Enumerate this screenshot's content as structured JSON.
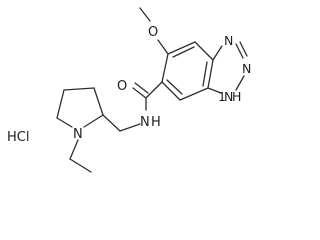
{
  "molecule": {
    "labels": {
      "methoxy_O": "O",
      "carbonyl_O": "O",
      "amide_N": "N",
      "amide_H": "H",
      "triazole_N1": "N",
      "triazole_N2": "N",
      "triazole_N3": "N",
      "triazole_NH_H": "H",
      "triazole_NH_1": "1",
      "pyrrolidine_N": "N"
    },
    "salt": "HCl",
    "line_color": "#2e2e2e",
    "text_color": "#1f1f1f"
  }
}
